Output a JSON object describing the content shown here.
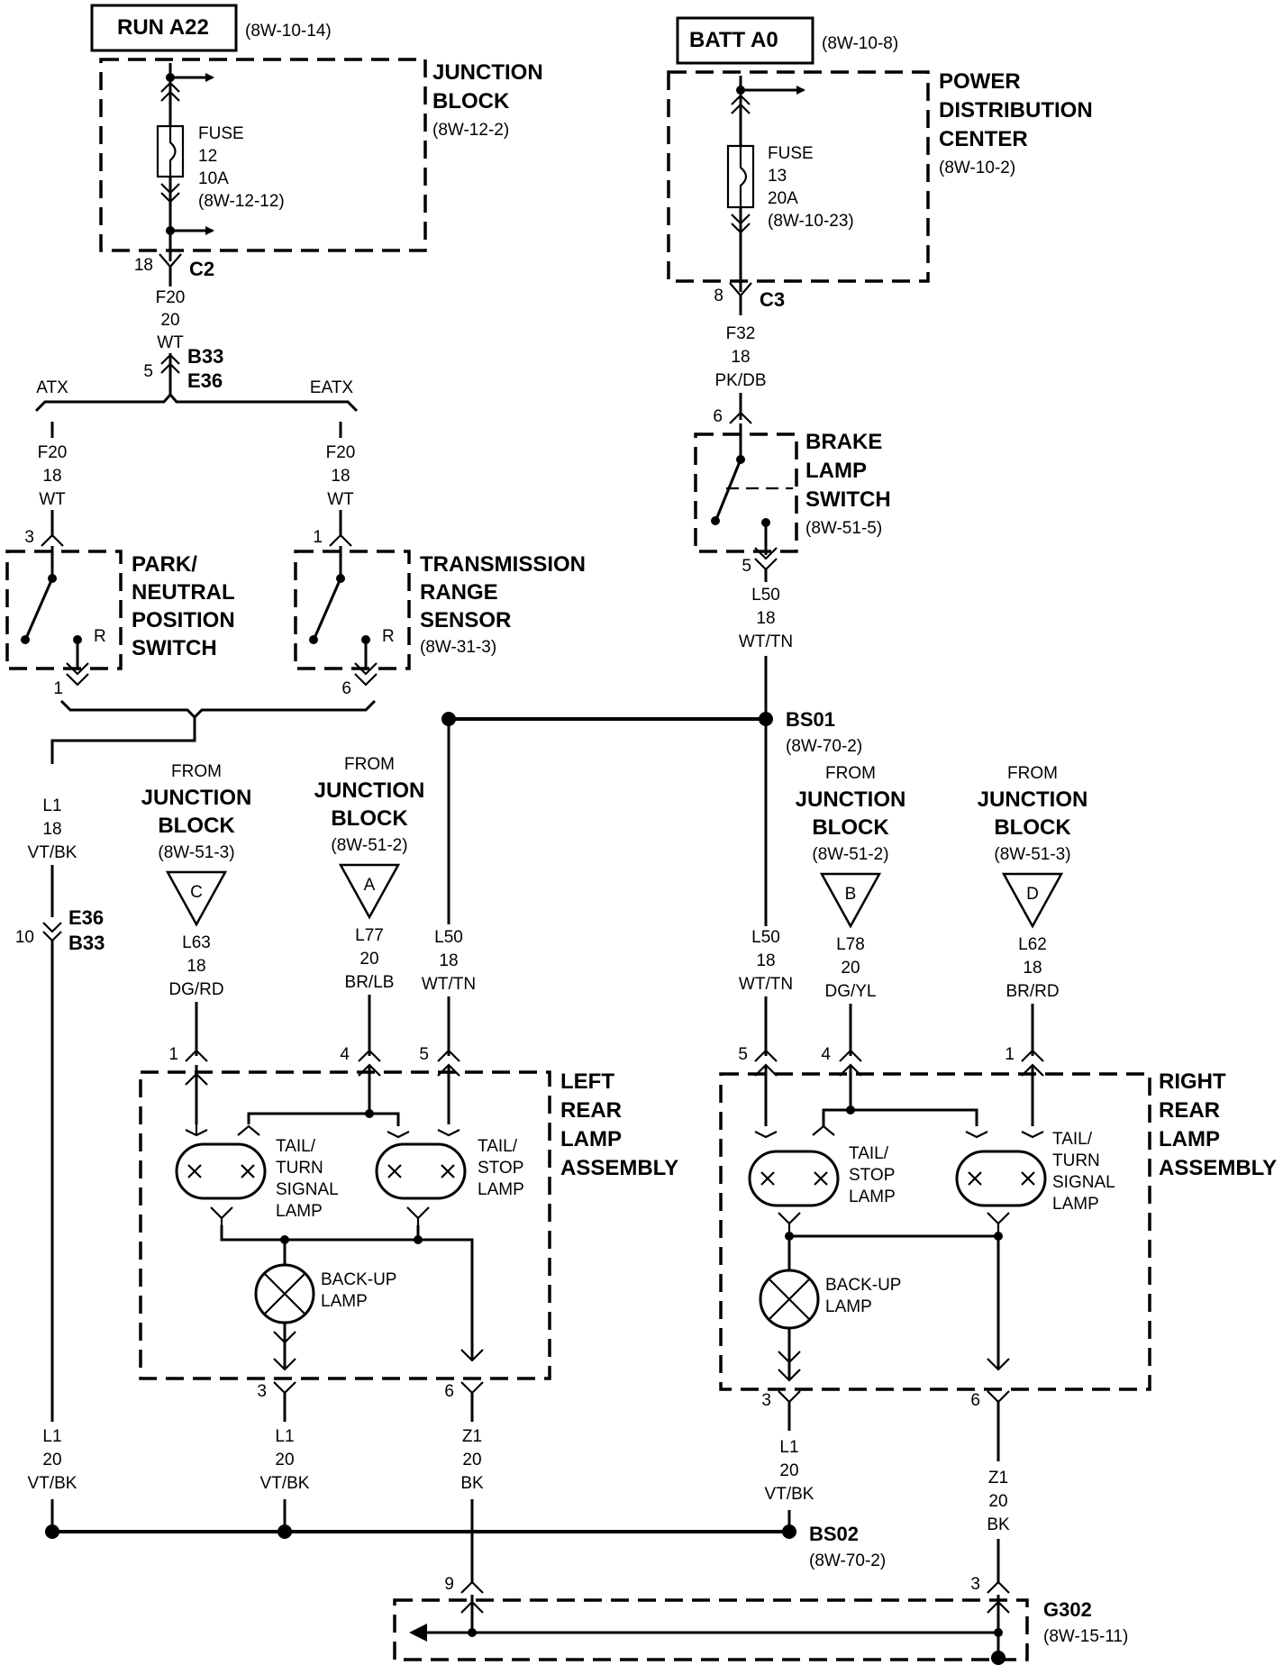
{
  "sources": {
    "run": {
      "label": "RUN A22",
      "ref": "(8W-10-14)"
    },
    "batt": {
      "label": "BATT A0",
      "ref": "(8W-10-8)"
    }
  },
  "junction_block": {
    "title_1": "JUNCTION",
    "title_2": "BLOCK",
    "ref": "(8W-12-2)",
    "fuse": [
      "FUSE",
      "12",
      "10A",
      "(8W-12-12)"
    ],
    "connector": "C2",
    "pin": "18"
  },
  "pdc": {
    "title_1": "POWER",
    "title_2": "DISTRIBUTION",
    "title_3": "CENTER",
    "ref": "(8W-10-2)",
    "fuse": [
      "FUSE",
      "13",
      "20A",
      "(8W-10-23)"
    ],
    "connector": "C3",
    "pin": "8"
  },
  "wires": {
    "f20_20": [
      "F20",
      "20",
      "WT"
    ],
    "f20_left": [
      "F20",
      "18",
      "WT"
    ],
    "f20_right": [
      "F20",
      "18",
      "WT"
    ],
    "f32": [
      "F32",
      "18",
      "PK/DB"
    ],
    "l50_top": [
      "L50",
      "18",
      "WT/TN"
    ],
    "l1_vtbk_18": [
      "L1",
      "18",
      "VT/BK"
    ],
    "l63": [
      "L63",
      "18",
      "DG/RD"
    ],
    "l77": [
      "L77",
      "20",
      "BR/LB"
    ],
    "l50_left": [
      "L50",
      "18",
      "WT/TN"
    ],
    "l50_right": [
      "L50",
      "18",
      "WT/TN"
    ],
    "l78": [
      "L78",
      "20",
      "DG/YL"
    ],
    "l62": [
      "L62",
      "18",
      "BR/RD"
    ],
    "l1_far_left": [
      "L1",
      "20",
      "VT/BK"
    ],
    "l1_left": [
      "L1",
      "20",
      "VT/BK"
    ],
    "z1_left": [
      "Z1",
      "20",
      "BK"
    ],
    "l1_right": [
      "L1",
      "20",
      "VT/BK"
    ],
    "z1_right": [
      "Z1",
      "20",
      "BK"
    ]
  },
  "inline_connector_top": {
    "names": [
      "B33",
      "E36"
    ],
    "pin": "5"
  },
  "inline_connector_bottom": {
    "names": [
      "E36",
      "B33"
    ],
    "pin": "10"
  },
  "options": {
    "atx": "ATX",
    "eatx": "EATX"
  },
  "park_neutral_switch": {
    "title": [
      "PARK/",
      "NEUTRAL",
      "POSITION",
      "SWITCH"
    ],
    "pin_in": "3",
    "pin_out": "1",
    "r_label": "R"
  },
  "trs": {
    "title": [
      "TRANSMISSION",
      "RANGE",
      "SENSOR"
    ],
    "ref": "(8W-31-3)",
    "pin_in": "1",
    "pin_out": "6",
    "r_label": "R"
  },
  "brake_switch": {
    "title": [
      "BRAKE",
      "LAMP",
      "SWITCH"
    ],
    "ref": "(8W-51-5)",
    "pin_in": "6",
    "pin_out": "5"
  },
  "splices": {
    "bs01": {
      "name": "BS01",
      "ref": "(8W-70-2)"
    },
    "bs02": {
      "name": "BS02",
      "ref": "(8W-70-2)"
    }
  },
  "from_jb": [
    {
      "from": "FROM",
      "t1": "JUNCTION",
      "t2": "BLOCK",
      "ref": "(8W-51-3)",
      "letter": "C"
    },
    {
      "from": "FROM",
      "t1": "JUNCTION",
      "t2": "BLOCK",
      "ref": "(8W-51-2)",
      "letter": "A"
    },
    {
      "from": "FROM",
      "t1": "JUNCTION",
      "t2": "BLOCK",
      "ref": "(8W-51-2)",
      "letter": "B"
    },
    {
      "from": "FROM",
      "t1": "JUNCTION",
      "t2": "BLOCK",
      "ref": "(8W-51-3)",
      "letter": "D"
    }
  ],
  "left_lamp": {
    "title": [
      "LEFT",
      "REAR",
      "LAMP",
      "ASSEMBLY"
    ],
    "pins_top": [
      "1",
      "4",
      "5"
    ],
    "pins_bottom": [
      "3",
      "6"
    ],
    "turn_lamp": [
      "TAIL/",
      "TURN",
      "SIGNAL",
      "LAMP"
    ],
    "stop_lamp": [
      "TAIL/",
      "STOP",
      "LAMP"
    ],
    "backup_lamp": [
      "BACK-UP",
      "LAMP"
    ]
  },
  "right_lamp": {
    "title": [
      "RIGHT",
      "REAR",
      "LAMP",
      "ASSEMBLY"
    ],
    "pins_top": [
      "5",
      "4",
      "1"
    ],
    "pins_bottom": [
      "3",
      "6"
    ],
    "stop_lamp": [
      "TAIL/",
      "STOP",
      "LAMP"
    ],
    "turn_lamp": [
      "TAIL/",
      "TURN",
      "SIGNAL",
      "LAMP"
    ],
    "backup_lamp": [
      "BACK-UP",
      "LAMP"
    ]
  },
  "ground": {
    "name": "G302",
    "ref": "(8W-15-11)",
    "pin_left": "9",
    "pin_right": "3"
  }
}
